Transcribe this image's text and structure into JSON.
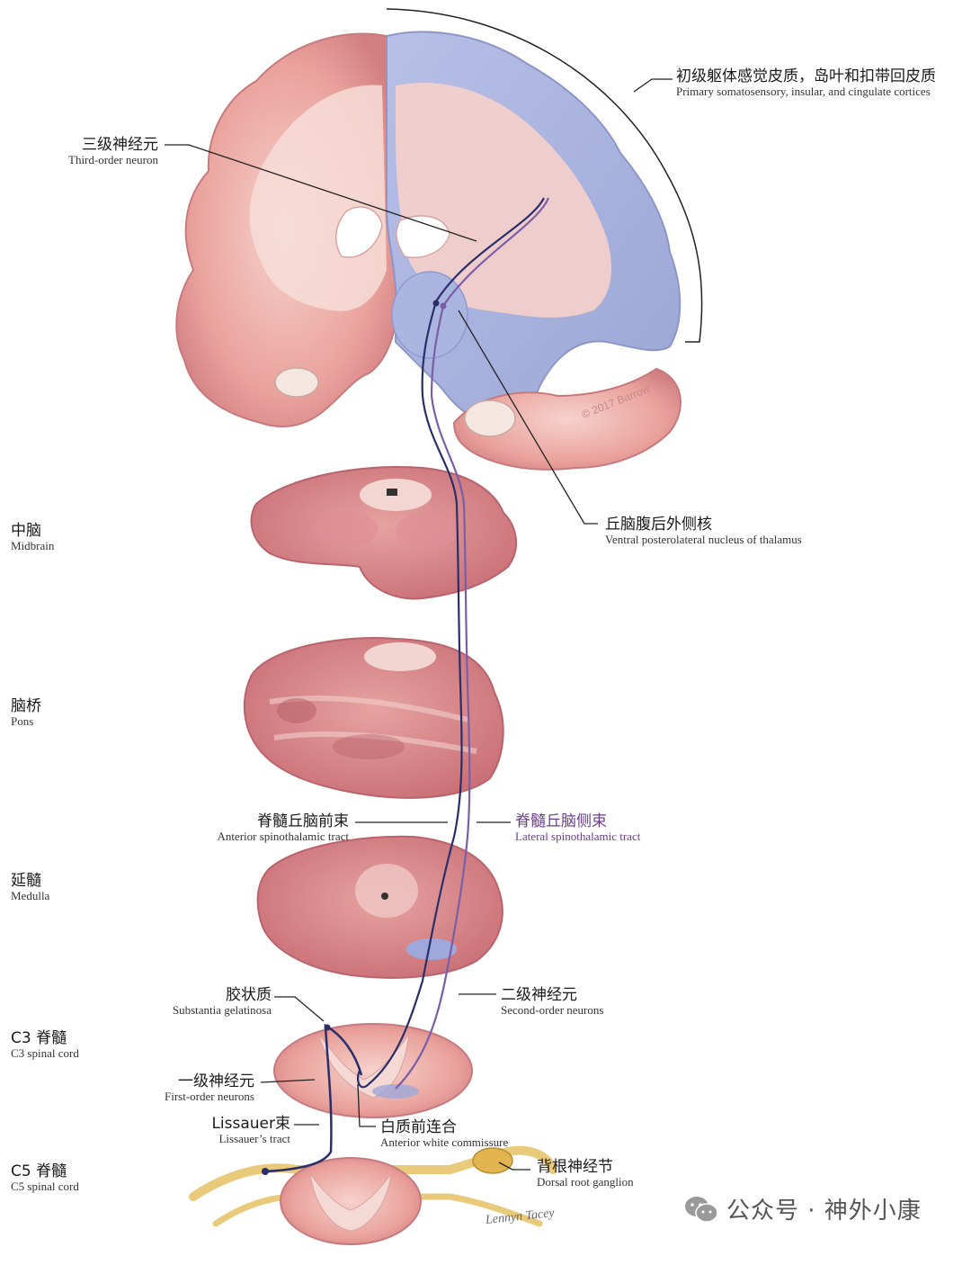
{
  "labels": {
    "cortex": {
      "zh": "初级躯体感觉皮质，岛叶和扣带回皮质",
      "en": "Primary somatosensory, insular, and cingulate cortices"
    },
    "third_neuron": {
      "zh": "三级神经元",
      "en": "Third-order neuron"
    },
    "vpl": {
      "zh": "丘脑腹后外侧核",
      "en": "Ventral posterolateral nucleus of thalamus"
    },
    "midbrain": {
      "zh": "中脑",
      "en": "Midbrain"
    },
    "pons": {
      "zh": "脑桥",
      "en": "Pons"
    },
    "anterior_tract": {
      "zh": "脊髓丘脑前束",
      "en": "Anterior spinothalamic tract"
    },
    "lateral_tract": {
      "zh": "脊髓丘脑侧束",
      "en": "Lateral spinothalamic tract"
    },
    "medulla": {
      "zh": "延髓",
      "en": "Medulla"
    },
    "substantia": {
      "zh": "胶状质",
      "en": "Substantia gelatinosa"
    },
    "second_neuron": {
      "zh": "二级神经元",
      "en": "Second-order neurons"
    },
    "c3": {
      "zh": "C3 脊髓",
      "en": "C3 spinal cord"
    },
    "first_neuron": {
      "zh": "一级神经元",
      "en": "First-order neurons"
    },
    "lissauer": {
      "zh": "Lissauer束",
      "en": "Lissauer’s tract"
    },
    "commissure": {
      "zh": "白质前连合",
      "en": "Anterior white commissure"
    },
    "c5": {
      "zh": "C5 脊髓",
      "en": "C5 spinal cord"
    },
    "drg": {
      "zh": "背根神经节",
      "en": "Dorsal root ganglion"
    }
  },
  "copyright": "© 2017 Barrow",
  "signature": "Lennyn Tacey",
  "watermark": "公众号 · 神外小康",
  "icons": {
    "watermark": "wechat-icon"
  },
  "colors": {
    "tissue": "#eba9a4",
    "tissue_dark": "#c9707a",
    "white_matter": "#f6d8d2",
    "cortex_blue": "#a9b4dc",
    "tract_dark": "#2a2f6a",
    "tract_purple": "#7a5fa8"
  }
}
